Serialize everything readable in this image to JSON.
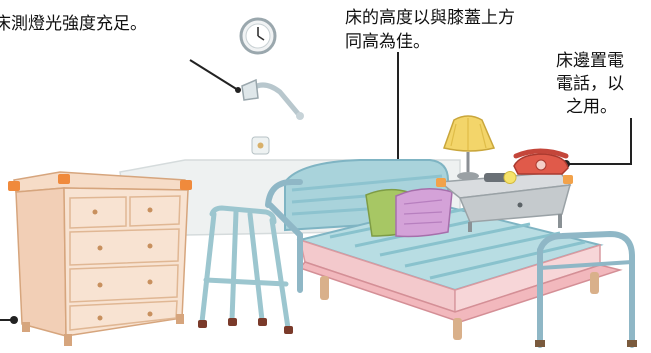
{
  "callouts": {
    "lighting": "床測燈光強度充足。",
    "bed_height_line1": "床的高度以與膝蓋上方",
    "bed_height_line2": "同高為佳。",
    "phone_line1": "床邊置電",
    "phone_line2": "電話，以",
    "phone_line3": "之用。"
  },
  "icons": [
    "clock-icon",
    "wall-lamp-icon",
    "light-switch-icon",
    "table-lamp-icon",
    "telephone-icon",
    "flashlight-icon",
    "pillow-icon",
    "bed-icon",
    "dresser-icon",
    "walker-icon",
    "nightstand-icon"
  ],
  "colors": {
    "bed_blue": "#a9d3db",
    "bed_stripe": "#7fb4c3",
    "bed_frame": "#8fb7c6",
    "bed_base": "#f2c5c8",
    "dresser": "#f6dcc7",
    "dresser_edge": "#e9b98f",
    "walker": "#9cc6cf",
    "phone": "#e05a4a",
    "lamp_shade": "#f3d56a",
    "leader_line": "#222222"
  }
}
